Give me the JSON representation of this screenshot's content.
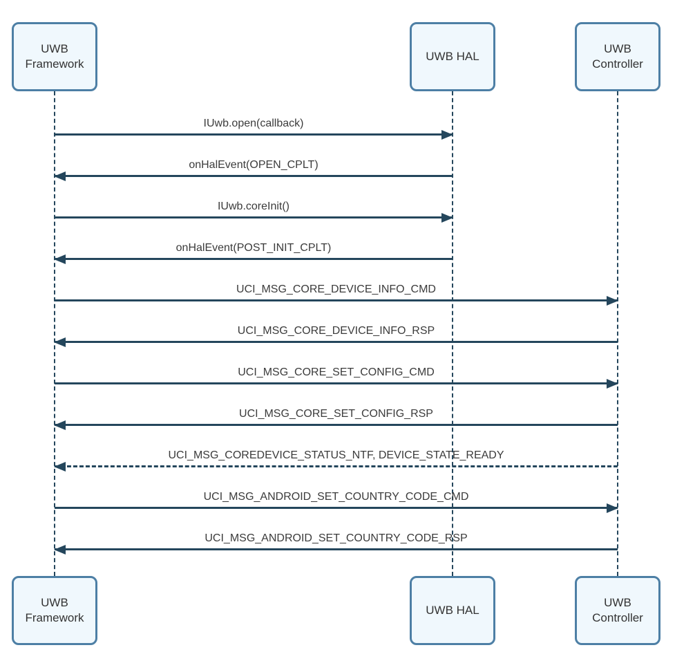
{
  "diagram": {
    "type": "uml-sequence",
    "actors": [
      {
        "id": "uwb-framework",
        "label": "UWB Framework"
      },
      {
        "id": "uwb-hal",
        "label": "UWB HAL"
      },
      {
        "id": "uwb-controller",
        "label": "UWB Controller"
      }
    ],
    "messages": [
      {
        "label": "IUwb.open(callback)",
        "from": "uwb-framework",
        "to": "uwb-hal",
        "line": "solid"
      },
      {
        "label": "onHalEvent(OPEN_CPLT)",
        "from": "uwb-hal",
        "to": "uwb-framework",
        "line": "solid"
      },
      {
        "label": "IUwb.coreInit()",
        "from": "uwb-framework",
        "to": "uwb-hal",
        "line": "solid"
      },
      {
        "label": "onHalEvent(POST_INIT_CPLT)",
        "from": "uwb-hal",
        "to": "uwb-framework",
        "line": "solid"
      },
      {
        "label": "UCI_MSG_CORE_DEVICE_INFO_CMD",
        "from": "uwb-framework",
        "to": "uwb-controller",
        "line": "solid"
      },
      {
        "label": "UCI_MSG_CORE_DEVICE_INFO_RSP",
        "from": "uwb-controller",
        "to": "uwb-framework",
        "line": "solid"
      },
      {
        "label": "UCI_MSG_CORE_SET_CONFIG_CMD",
        "from": "uwb-framework",
        "to": "uwb-controller",
        "line": "solid"
      },
      {
        "label": "UCI_MSG_CORE_SET_CONFIG_RSP",
        "from": "uwb-controller",
        "to": "uwb-framework",
        "line": "solid"
      },
      {
        "label": "UCI_MSG_COREDEVICE_STATUS_NTF, DEVICE_STATE_READY",
        "from": "uwb-controller",
        "to": "uwb-framework",
        "line": "dashed"
      },
      {
        "label": "UCI_MSG_ANDROID_SET_COUNTRY_CODE_CMD",
        "from": "uwb-framework",
        "to": "uwb-controller",
        "line": "solid"
      },
      {
        "label": "UCI_MSG_ANDROID_SET_COUNTRY_CODE_RSP",
        "from": "uwb-controller",
        "to": "uwb-framework",
        "line": "solid"
      }
    ],
    "colors": {
      "background": "#ffffff",
      "message_line": "#24465c",
      "actor_fill": "#f0f8fd",
      "actor_border": "#4d7fa5",
      "label_text": "#3b3b3b"
    }
  }
}
